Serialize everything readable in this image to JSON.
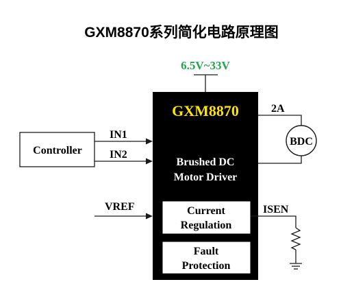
{
  "title": "GXM8870系列简化电路原理图",
  "supply": {
    "label": "6.5V~33V",
    "color": "#1ea84a"
  },
  "chip": {
    "name": "GXM8870",
    "name_color": "#ffe400",
    "body_color": "#000000",
    "function_line1": "Brushed DC",
    "function_line2": "Motor Driver",
    "current_block_line1": "Current",
    "current_block_line2": "Regulation",
    "fault_block_line1": "Fault",
    "fault_block_line2": "Protection"
  },
  "controller": {
    "label": "Controller"
  },
  "signals": {
    "in1": "IN1",
    "in2": "IN2",
    "vref": "VREF",
    "isen": "ISEN"
  },
  "motor": {
    "label": "BDC",
    "current": "2A"
  }
}
